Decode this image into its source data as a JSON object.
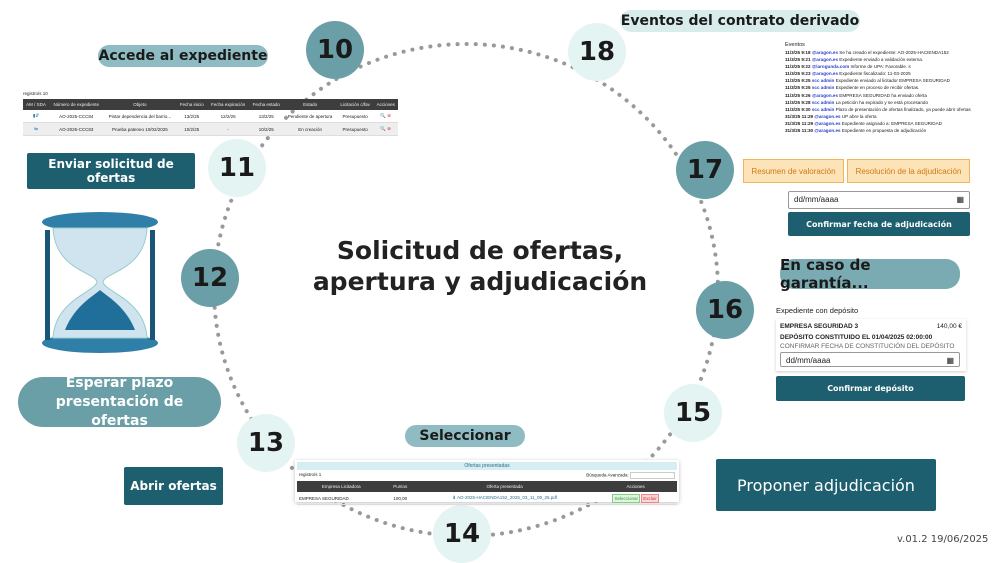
{
  "title": "Solicitud de ofertas,\napertura y adjudicación",
  "version": "v.01.2 19/06/2025",
  "steps": [
    {
      "n": "10",
      "label": "Accede al expediente"
    },
    {
      "n": "11",
      "label": "Enviar solicitud de ofertas"
    },
    {
      "n": "12",
      "label": "Esperar plazo presentación de ofertas"
    },
    {
      "n": "13",
      "label": "Abrir ofertas"
    },
    {
      "n": "14",
      "label": "Seleccionar"
    },
    {
      "n": "15",
      "label": "Proponer adjudicación"
    },
    {
      "n": "16",
      "label": "En caso de garantía..."
    },
    {
      "n": "17",
      "label": ""
    },
    {
      "n": "18",
      "label": "Eventos del contrato derivado"
    }
  ],
  "exp_table": {
    "count": "registro/s 10",
    "headers": [
      "AM / SDA",
      "Número de expediente",
      "Objeto",
      "Fecha inicio",
      "Fecha expiración",
      "Fecha estado",
      "Estado",
      "Licitación c/fav",
      "Acciones"
    ],
    "rows": [
      [
        "",
        "AO-2025-CCC84",
        "Pintar dependencia del barrio...",
        "13/2/25",
        "12/2/25",
        "13/2/25",
        "Pendiente de apertura",
        "Presupuesto",
        ""
      ],
      [
        "",
        "AO-2025-CCC83",
        "Prueba pateneo 10/02/2025",
        "10/2/25",
        "-",
        "10/2/25",
        "En creación",
        "Presupuesto",
        ""
      ]
    ]
  },
  "ofertas": {
    "title": "Ofertas presentadas",
    "count": "registro/s 1",
    "search_label": "Búsqueda Avanzada:",
    "headers": [
      "Empresa Licitadora",
      "Puntos",
      "Oferta presentada",
      "Acciones"
    ],
    "row": {
      "empresa": "EMPRESA SEGURIDAD",
      "puntos": "100,00",
      "file": "AO-2025-HACIENDA152_2025_03_11_09_25.pdf",
      "select": "Seleccionar",
      "delete": "Excluir"
    }
  },
  "events": {
    "title": "Eventos",
    "items": [
      [
        "11/3/25 9:18",
        "@aragon.es",
        "Se ha creado el expediente: AO-2025-HACIENDA152"
      ],
      [
        "11/3/25 9:21",
        "@aragon.es",
        "Expediente enviado a validación externa."
      ],
      [
        "11/3/25 9:22",
        "@larogunda.com",
        "Informe de UPA: Favorable. s"
      ],
      [
        "11/3/25 9:23",
        "@aragon.es",
        "Expediente fiscalizado: 11-03-2025"
      ],
      [
        "11/3/25 9:25",
        "scc admin",
        "Expediente enviado al licitador EMPRESA SEGURIDAD"
      ],
      [
        "11/3/25 9:25",
        "scc admin",
        "Expediente en proceso de recibir ofertas."
      ],
      [
        "11/3/25 9:26",
        "@aragon.es",
        "EMPRESA SEGURIDAD ha enviado oferta"
      ],
      [
        "11/3/25 9:28",
        "scc admin",
        "La petición ha expirado y se está procesando"
      ],
      [
        "11/3/25 9:30",
        "scc admin",
        "Plazo de presentación de ofertas finalizado, ya puede abrir ofertas"
      ],
      [
        "31/3/25 11:29",
        "@aragon.es",
        "UP abre la oferta"
      ],
      [
        "31/3/25 11:29",
        "@aragon.es",
        "Expediente asignado a: EMPRESA SEGURIDAD"
      ],
      [
        "31/3/25 11:30",
        "@aragon.es",
        "Expediente en propuesta de adjudicación"
      ]
    ]
  },
  "adjud": {
    "resumen": "Resumen de valoración",
    "resolucion": "Resolución de la adjudicación",
    "date_placeholder": "dd/mm/aaaa",
    "confirm": "Confirmar fecha de adjudicación"
  },
  "deposit": {
    "title": "Expediente con depósito",
    "empresa": "EMPRESA SEGURIDAD 3",
    "amount": "140,00 €",
    "constituido": "DEPÓSITO CONSTITUIDO EL 01/04/2025 02:00:00",
    "confirm_label": "CONFIRMAR FECHA DE CONSTITUCIÓN DEL DEPÓSITO",
    "date_placeholder": "dd/mm/aaaa",
    "button": "Confirmar depósito"
  },
  "colors": {
    "teal_dark": "#6a9fa7",
    "teal_light": "#e4f4f3",
    "button": "#1d5f6e"
  }
}
